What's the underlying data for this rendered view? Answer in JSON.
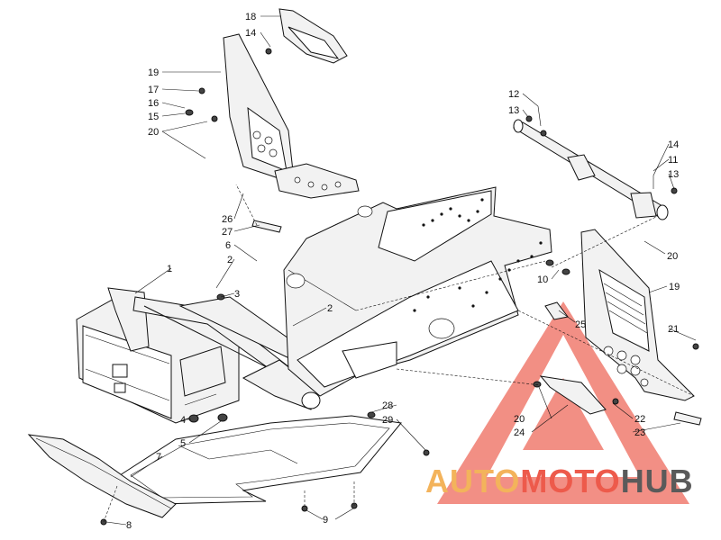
{
  "diagram": {
    "callouts": {
      "c1": "1",
      "c2a": "2",
      "c2b": "2",
      "c3": "3",
      "c4": "4",
      "c5": "5",
      "c6": "6",
      "c7": "7",
      "c8": "8",
      "c9": "9",
      "c10": "10",
      "c11": "11",
      "c12": "12",
      "c13a": "13",
      "c13b": "13",
      "c14a": "14",
      "c14b": "14",
      "c15": "15",
      "c16": "16",
      "c17": "17",
      "c18": "18",
      "c19a": "19",
      "c19b": "19",
      "c20a": "20",
      "c20b": "20",
      "c20c": "20",
      "c21": "21",
      "c22": "22",
      "c23": "23",
      "c24": "24",
      "c25": "25",
      "c26": "26",
      "c27": "27",
      "c28": "28",
      "c29": "29"
    }
  },
  "watermark": {
    "part1": "AUTO",
    "part2": "MOTO",
    "part3": "HUB",
    "colors": {
      "auto": "#f3b35b",
      "moto": "#ed5a4b",
      "hub": "#5a5a5a",
      "triangle": "#ee6a5c"
    }
  }
}
